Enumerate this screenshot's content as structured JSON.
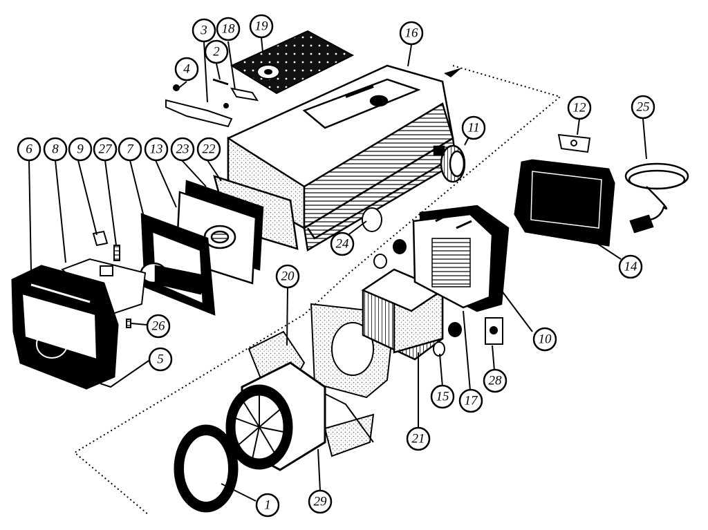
{
  "callouts": [
    {
      "id": "1",
      "label": "1"
    },
    {
      "id": "2",
      "label": "2"
    },
    {
      "id": "3",
      "label": "3"
    },
    {
      "id": "4",
      "label": "4"
    },
    {
      "id": "5",
      "label": "5"
    },
    {
      "id": "6",
      "label": "6"
    },
    {
      "id": "7",
      "label": "7"
    },
    {
      "id": "8",
      "label": "8"
    },
    {
      "id": "9",
      "label": "9"
    },
    {
      "id": "10",
      "label": "10"
    },
    {
      "id": "11",
      "label": "11"
    },
    {
      "id": "12",
      "label": "12"
    },
    {
      "id": "13",
      "label": "13"
    },
    {
      "id": "14",
      "label": "14"
    },
    {
      "id": "15",
      "label": "15"
    },
    {
      "id": "16",
      "label": "16"
    },
    {
      "id": "17",
      "label": "17"
    },
    {
      "id": "18",
      "label": "18"
    },
    {
      "id": "19",
      "label": "19"
    },
    {
      "id": "20",
      "label": "20"
    },
    {
      "id": "21",
      "label": "21"
    },
    {
      "id": "22",
      "label": "22"
    },
    {
      "id": "23",
      "label": "23"
    },
    {
      "id": "24",
      "label": "24"
    },
    {
      "id": "25",
      "label": "25"
    },
    {
      "id": "26",
      "label": "26"
    },
    {
      "id": "27",
      "label": "27"
    },
    {
      "id": "28",
      "label": "28"
    },
    {
      "id": "29",
      "label": "29"
    }
  ],
  "colors": {
    "ink": "#000000",
    "paper": "#ffffff",
    "stipple": "#9a9a9a",
    "dark_fill": "#151515"
  }
}
